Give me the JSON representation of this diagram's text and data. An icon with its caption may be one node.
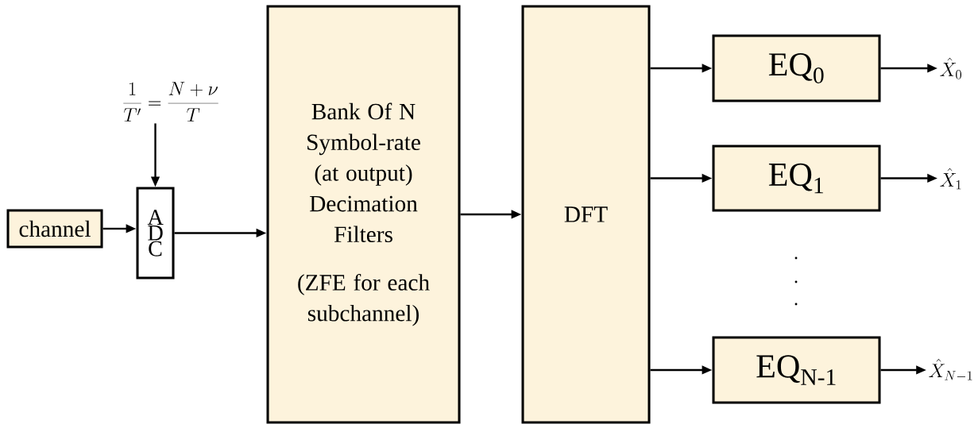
{
  "diagram": {
    "nodes": [
      {
        "text": [
          "\\frac{1}{T'} = \\frac{N+\\nu}{T}"
        ]
      },
      {
        "text": [
          "channel"
        ]
      },
      {
        "text": [
          "A D C"
        ]
      },
      {
        "text": [
          "Bank Of N Symbol-rate (at output) Decimation Filters",
          "(ZFE for each subchannel)"
        ]
      },
      {
        "text": [
          "DFT"
        ]
      },
      {
        "text": [
          "EQ$_{0}$"
        ]
      },
      {
        "text": [
          "EQ$_{1}$"
        ]
      },
      {
        "text": [
          "EQ$_{N-1}$"
        ]
      },
      {
        "text": [
          "\\hat{X}_{0}"
        ]
      },
      {
        "text": [
          "\\hat{X}_{1}"
        ]
      },
      {
        "text": [
          "\\hat{X}_{N-1}"
        ]
      }
    ],
    "edges": [
      {
        "from": 0,
        "to": 2,
        "arrow": "to"
      },
      {
        "from": 1,
        "to": 2,
        "arrow": "to"
      },
      {
        "from": 2,
        "to": 3,
        "arrow": "to"
      },
      {
        "from": 3,
        "to": 4,
        "arrow": "to"
      },
      {
        "from": 4,
        "to": 5,
        "arrow": "to"
      },
      {
        "from": 4,
        "to": 6,
        "arrow": "to"
      },
      {
        "from": 4,
        "to": 7,
        "arrow": "to"
      },
      {
        "from": 5,
        "to": 8,
        "arrow": "to"
      },
      {
        "from": 6,
        "to": 9,
        "arrow": "to"
      },
      {
        "from": 7,
        "to": 10,
        "arrow": "to"
      }
    ]
  }
}
